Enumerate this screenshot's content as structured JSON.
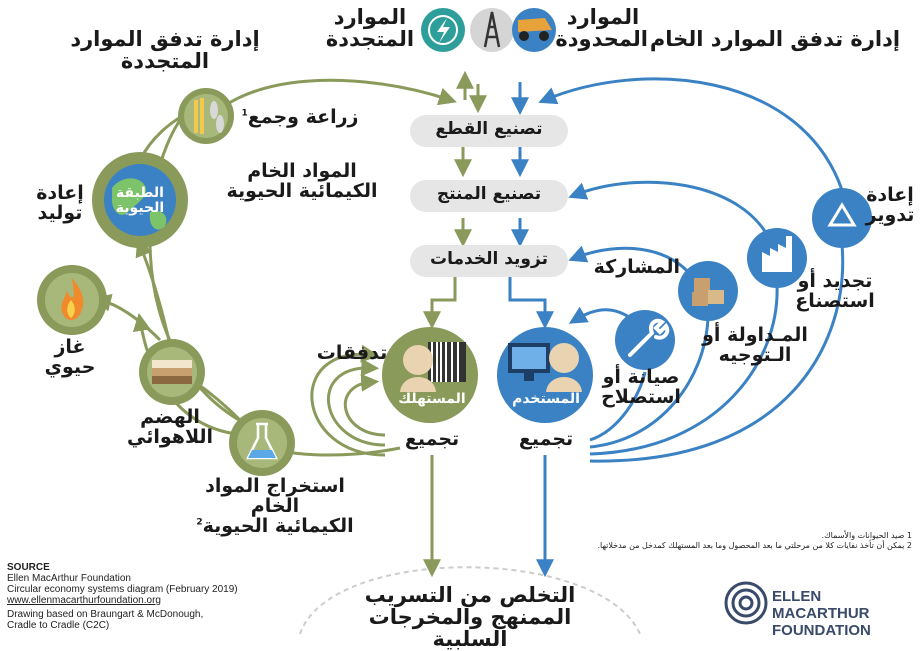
{
  "headers": {
    "renewable_flow": "إدارة تدفق الموارد المتجددة",
    "raw_flow": "إدارة تدفق الموارد الخام",
    "renewables": "الموارد\nالمتجددة",
    "finite": "الموارد\nالمحدودة"
  },
  "pipeline": {
    "parts": "تصنيع القطع",
    "product": "تصنيع المنتج",
    "service": "تزويد الخدمات"
  },
  "bio_side": {
    "farming": "زراعة وجمع",
    "farming_note": "1",
    "biochem": "المواد الخام\nالكيمائية الحيوية",
    "regeneration": "إعادة\nتوليد",
    "biosphere": "الطبقة\nالحيوية",
    "biogas": "غاز\nحيوي",
    "digestion": "الهضم\nاللاهوائي",
    "extraction": "استخراج المواد الخام\nالكيمائية الحيوية",
    "extraction_note": "2",
    "cascades": "تدفقات",
    "consumer": "المستهلك",
    "collection_left": "تجميع"
  },
  "tech_side": {
    "recycle": "إعادة\nتدوير",
    "refurbish": "تجديد أو\nاستصناع",
    "redistribute": "المـداولة أو\nالـتوجيه",
    "share": "المشاركة",
    "maintain": "صيانة أو\nاستصلاح",
    "user": "المستخدم",
    "collection_right": "تجميع"
  },
  "bottom": {
    "leakage": "التخلص من التسريب\nالممنهج والمخرجات السلبية"
  },
  "notes": {
    "note1": "1  صيد الحيوانات والأسماك.",
    "note2": "2  يمكن أن تأخذ نفايات كلا من مرحلتي ما بعد المحصول وما بعد المستهلك كمدخل من مدخلاتها."
  },
  "source": {
    "heading": "SOURCE",
    "org": "Ellen MacArthur Foundation",
    "diagram": "Circular economy systems diagram (February 2019)",
    "url": "www.ellenmacarthurfoundation.org",
    "credit": "Drawing based on Braungart & McDonough,",
    "credit2": "Cradle to Cradle (C2C)"
  },
  "logo": {
    "line1": "ELLEN MACARTHUR",
    "line2": "FOUNDATION"
  },
  "colors": {
    "green": "#8a9a5b",
    "green_light": "#a8b87a",
    "blue": "#3b82c4",
    "teal": "#2e9e9a",
    "pill": "#e6e6e6",
    "dark": "#1a1a1a"
  },
  "icons": {
    "renewables": "lightning-icon",
    "oil_rig": "oil-rig-icon",
    "finite": "mining-truck-icon",
    "farming": "wheat-fish-icon",
    "biosphere": "globe-icon",
    "biogas": "flame-icon",
    "digestion": "soil-layers-icon",
    "extraction": "flask-icon",
    "consumer": "person-barcode-icon",
    "user": "person-monitor-icon",
    "recycle": "recycle-icon",
    "refurbish": "factory-icon",
    "redistribute": "boxes-icon",
    "maintain": "wrench-icon"
  }
}
